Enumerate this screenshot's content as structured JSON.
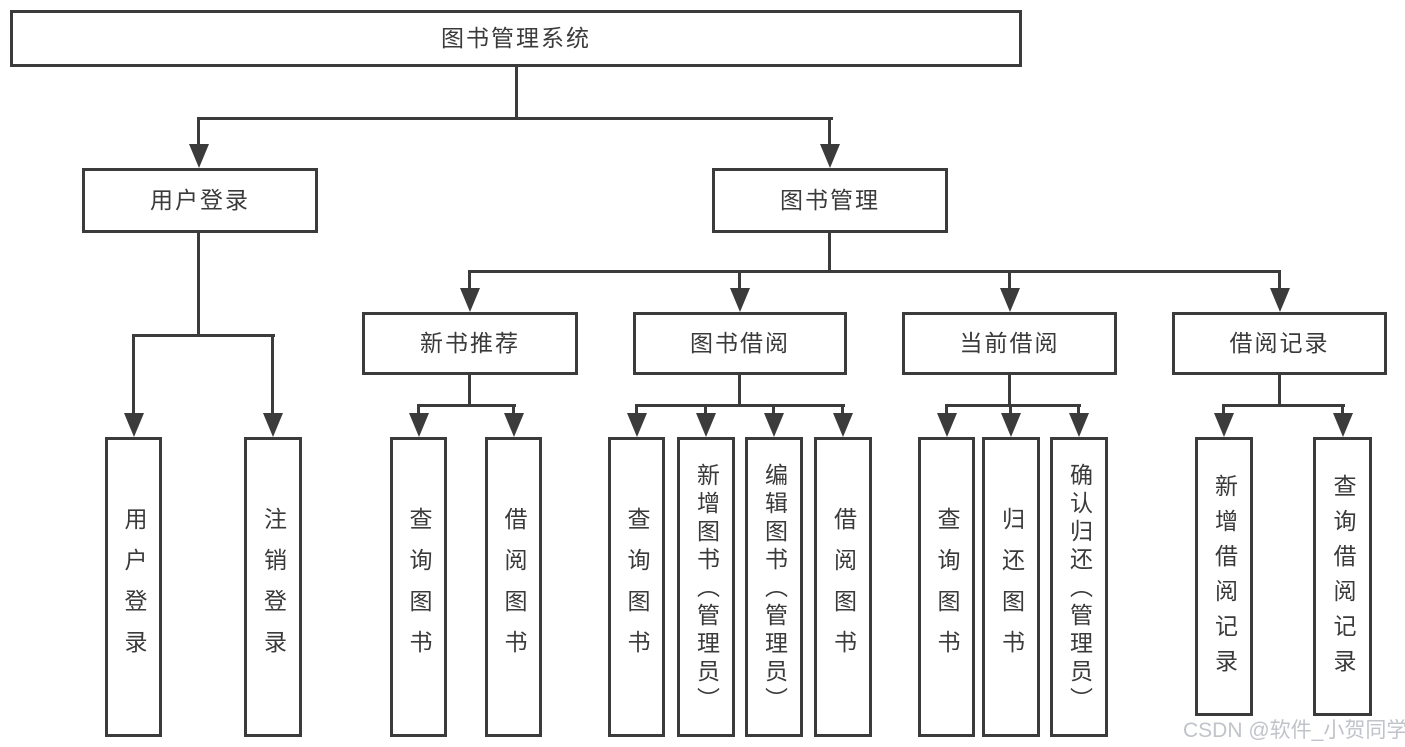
{
  "diagram": {
    "title": "图书管理系统",
    "level2": [
      "用户登录",
      "图书管理"
    ],
    "level3": [
      "新书推荐",
      "图书借阅",
      "当前借阅",
      "借阅记录"
    ],
    "leaves": {
      "user_login": [
        "用户登录",
        "注销登录"
      ],
      "new_book_recommend": [
        "查询图书",
        "借阅图书"
      ],
      "book_borrow": [
        "查询图书",
        "新增图书（管理员）",
        "编辑图书（管理员）",
        "借阅图书"
      ],
      "current_borrow": [
        "查询图书",
        "归还图书",
        "确认归还（管理员）"
      ],
      "borrow_record": [
        "新增借阅记录",
        "查询借阅记录"
      ]
    }
  },
  "watermark": "CSDN @软件_小贺同学",
  "colors": {
    "line": "#3b3b3b",
    "text": "#3a3a3a",
    "box_background": "#ffffff",
    "page_background": "#ffffff",
    "watermark": "#c0c3c9"
  }
}
